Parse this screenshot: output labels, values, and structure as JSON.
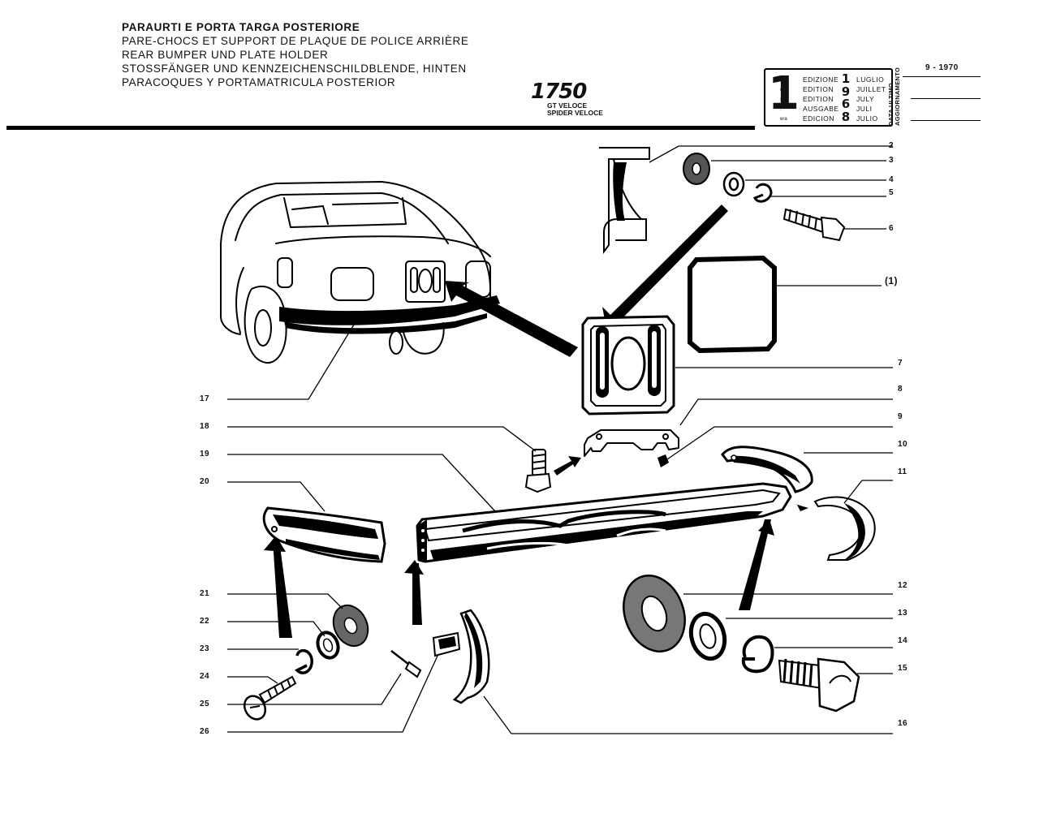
{
  "header": {
    "titles": [
      "PARAURTI E PORTA TARGA POSTERIORE",
      "PARE-CHOCS ET SUPPORT DE PLAQUE DE POLICE ARRIÈRE",
      "REAR BUMPER UND PLATE HOLDER",
      "STOSSFÄNGER UND KENNZEICHENSCHILDBLENDE, HINTEN",
      "PARACOQUES Y PORTAMATRICULA POSTERIOR"
    ],
    "model": "1750",
    "variants": [
      "GT VELOCE",
      "SPIDER VELOCE"
    ]
  },
  "edition": {
    "number": "1",
    "suffixes": [
      "a",
      "ere",
      "st",
      ".",
      "era"
    ],
    "labels": [
      "EDIZIONE",
      "EDITION",
      "EDITION",
      "AUSGABE",
      "EDICION"
    ],
    "year_digits": [
      "1",
      "9",
      "6",
      "8"
    ],
    "months": [
      "LUGLIO",
      "JUILLET",
      "JULY",
      "JULI",
      "JULIO"
    ]
  },
  "update": {
    "label_lines": [
      "DATA ULTIMO",
      "AGGIORNAMENTO"
    ],
    "date": "9 - 1970"
  },
  "callouts": {
    "right": [
      "2",
      "3",
      "4",
      "5",
      "6",
      "(1)",
      "7",
      "8",
      "9",
      "10",
      "11",
      "12",
      "13",
      "14",
      "15",
      "16"
    ],
    "left": [
      "17",
      "18",
      "19",
      "20",
      "21",
      "22",
      "23",
      "24",
      "25",
      "26"
    ]
  }
}
